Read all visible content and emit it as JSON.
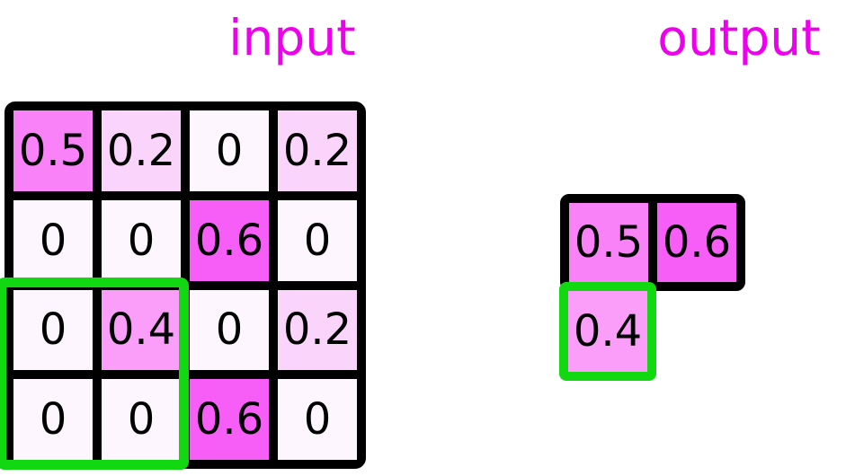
{
  "titles": {
    "input": "input",
    "output": "output"
  },
  "colors": {
    "title": "#EE00EE",
    "grid_line": "#000000",
    "highlight": "#12D812",
    "page_background": "#FFFFFF",
    "cell_text": "#000000",
    "value_palette": {
      "0": "#FEF6FE",
      "0.2": "#FBD4FB",
      "0.4": "#FA9EFA",
      "0.5": "#F982F9",
      "0.6": "#F75EF7"
    }
  },
  "input_grid": {
    "rows": 4,
    "cols": 4,
    "values": [
      [
        0.5,
        0.2,
        0,
        0.2
      ],
      [
        0,
        0,
        0.6,
        0
      ],
      [
        0,
        0.4,
        0,
        0.2
      ],
      [
        0,
        0,
        0.6,
        0
      ]
    ],
    "highlight_region": {
      "row_start": 2,
      "row_end": 3,
      "col_start": 0,
      "col_end": 1
    }
  },
  "output_grid": {
    "cells": [
      {
        "row": 0,
        "col": 0,
        "value": 0.5,
        "highlighted": false
      },
      {
        "row": 0,
        "col": 1,
        "value": 0.6,
        "highlighted": false
      },
      {
        "row": 1,
        "col": 0,
        "value": 0.4,
        "highlighted": true
      }
    ]
  }
}
